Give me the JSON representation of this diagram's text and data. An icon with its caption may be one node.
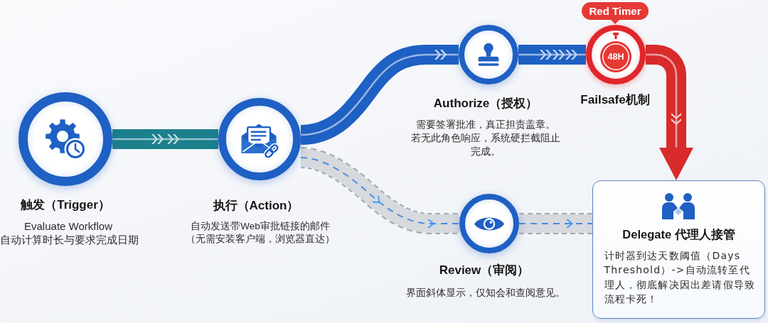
{
  "diagram": {
    "nodes": [
      {
        "text": [
          "触发（Trigger）",
          "Evaluate Workflow",
          "自动计算时长与要求完成日期"
        ]
      },
      {
        "text": [
          "执行（Action）",
          "自动发送带Web审批链接的邮件",
          "（无需安装客户端，浏览器直达）"
        ]
      },
      {
        "text": [
          "Authorize（授权）",
          "需要签署批准，真正担责盖章。",
          "若无此角色响应，系统硬拦截阻止完成。"
        ]
      },
      {
        "text": [
          "Red Timer"
        ]
      },
      {
        "text": [
          "48H",
          "Failsafe机制"
        ]
      },
      {
        "text": [
          "Review（审阅）",
          "界面斜体显示，仅知会和查阅意见。"
        ]
      },
      {
        "text": [
          "Delegate 代理人接管",
          "计时器到达天数阈值（Days Threshold）->自动流转至代理人，彻底解决因出差请假导致流程卡死！"
        ]
      }
    ],
    "edges": [
      {
        "from": 0,
        "to": 1,
        "arrow": "to",
        "color": "#1b7f8c"
      },
      {
        "from": 1,
        "to": 2,
        "arrow": "to"
      },
      {
        "from": 2,
        "to": 4,
        "arrow": "to"
      },
      {
        "from": 4,
        "to": 6,
        "arrow": "to",
        "color": "#d92b2b"
      },
      {
        "from": 1,
        "to": 5,
        "arrow": "to",
        "style": "dashed",
        "color": "#a3aab4"
      },
      {
        "from": 5,
        "to": 6,
        "arrow": "to",
        "style": "dashed",
        "color": "#a3aab4"
      }
    ]
  }
}
